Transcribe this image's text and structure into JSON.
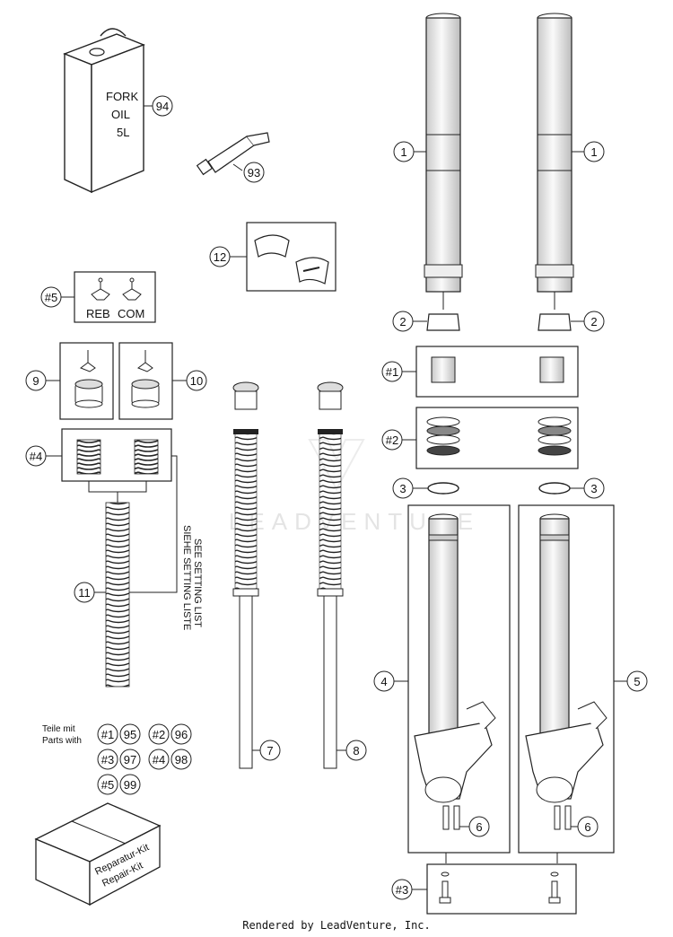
{
  "callouts": {
    "c1a": "1",
    "c1b": "1",
    "c2a": "2",
    "c2b": "2",
    "c3a": "3",
    "c3b": "3",
    "c4": "4",
    "c5": "5",
    "c6a": "6",
    "c6b": "6",
    "c7": "7",
    "c8": "8",
    "c9": "9",
    "c10": "10",
    "c11": "11",
    "c12": "12",
    "c93": "93",
    "c94": "94",
    "g1": "#1",
    "g2": "#2",
    "g3": "#3",
    "g4": "#4",
    "g5": "#5"
  },
  "oil_can": {
    "line1": "FORK",
    "line2": "OIL",
    "line3": "5L"
  },
  "kit5_labels": {
    "reb": "REB",
    "com": "COM"
  },
  "setting_list": {
    "line1": "SIEHE SETTING LISTE",
    "line2": "SEE SETTING LIST"
  },
  "watermark": "LEADVENTURE",
  "parts_with": {
    "line1": "Teile mit",
    "line2": "Parts with",
    "pairs": [
      [
        "#1",
        "95"
      ],
      [
        "#2",
        "96"
      ],
      [
        "#3",
        "97"
      ],
      [
        "#4",
        "98"
      ],
      [
        "#5",
        "99"
      ]
    ]
  },
  "repair_kit": {
    "line1": "Reparatur-Kit",
    "line2": "Repair-Kit"
  },
  "footer": "Rendered by LeadVenture, Inc."
}
